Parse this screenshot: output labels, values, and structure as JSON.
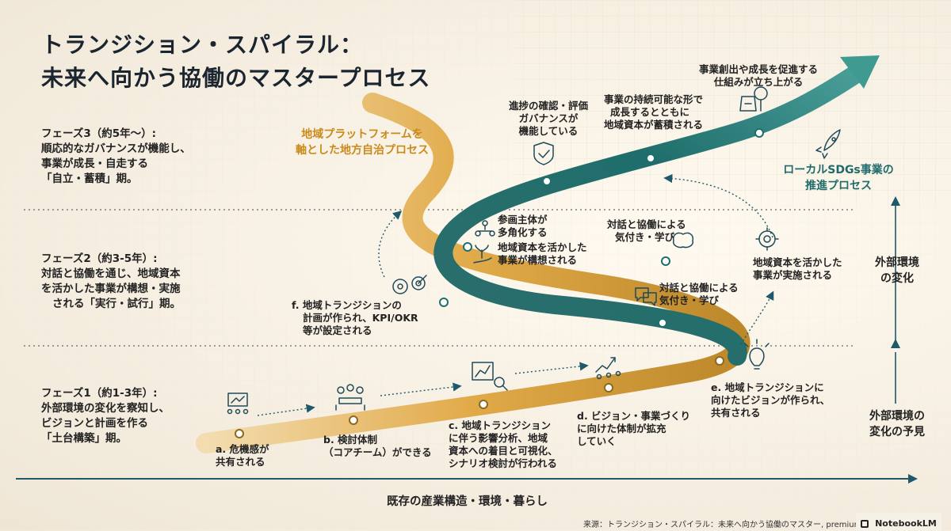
{
  "title": {
    "line1": "トランジション・スパイラル：",
    "line2": "未来へ向かう協働のマスタープロセス"
  },
  "phases": {
    "phase3": {
      "line1": "フェーズ3（約5年〜）:",
      "line2": "順応的なガバナンスが機能し、",
      "line3": "事業が成長・自走する",
      "line4": "「自立・蓄積」期。"
    },
    "phase2": {
      "line1": "フェーズ2（約3-5年）:",
      "line2": "対話と協働を通じ、地域資本",
      "line3": "を活かした事業が構想・実施",
      "line4": "される「実行・試行」期。"
    },
    "phase1": {
      "line1": "フェーズ1（約1-3年）:",
      "line2": "外部環境の変化を察知し、",
      "line3": "ビジョンと計画を作る",
      "line4": "「土台構築」期。"
    }
  },
  "ribbons": {
    "gold": {
      "line1": "地域プラットフォームを",
      "line2": "軸とした地方自治プロセス"
    },
    "teal": {
      "line1": "ローカルSDGs事業の",
      "line2": "推進プロセス"
    }
  },
  "steps": {
    "a": {
      "line1": "a. 危機感が",
      "line2": "共有される"
    },
    "b": {
      "line1": "b. 検討体制",
      "line2": "（コアチーム）ができる"
    },
    "c": {
      "line1": "c. 地域トランジション",
      "line2": "に伴う影響分析、地域",
      "line3": "資本への着目と可視化、",
      "line4": "シナリオ検討が行われる"
    },
    "d": {
      "line1": "d. ビジョン・事業づくり",
      "line2": "に向けた体制が拡充",
      "line3": "していく"
    },
    "e": {
      "line1": "e. 地域トランジションに",
      "line2": "向けたビジョンが作られ、",
      "line3": "共有される"
    },
    "f": {
      "line1": "f. 地域トランジションの",
      "line2": "計画が作られ、KPI/OKR",
      "line3": "等が設定される"
    }
  },
  "notes": {
    "dialogue_low": {
      "line1": "対話と協働による",
      "line2": "気付き・学び"
    },
    "capital_impl": {
      "line1": "地域資本を活かした",
      "line2": "事業が実施される"
    },
    "actors": {
      "line1": "参画主体が",
      "line2": "多角化する"
    },
    "capital_plan": {
      "line1": "地域資本を活かした",
      "line2": "事業が構想される"
    },
    "dialogue_high": {
      "line1": "対話と協働による",
      "line2": "気付き・学び"
    },
    "progress": {
      "line1": "進捗の確認・評価",
      "line2": "ガバナンスが",
      "line3": "機能している"
    },
    "sustain": {
      "line1": "事業の持続可能な形で",
      "line2": "成長するとともに",
      "line3": "地域資本が蓄積される"
    },
    "growth": {
      "line1": "事業創出や成長を促進する",
      "line2": "仕組みが立ち上がる"
    }
  },
  "side_labels": {
    "external_change": {
      "line1": "外部環境",
      "line2": "の変化"
    },
    "external_forecast": {
      "line1": "外部環境の",
      "line2": "変化の予見"
    }
  },
  "bottom_axis": "既存の産業構造・環境・暮らし",
  "source": "来源：トランジション・スパイラル：未来へ向かう協働のマスター, premium slid",
  "brand": "NotebookLM",
  "colors": {
    "gold": "#d9a23a",
    "teal": "#1f6e6c",
    "accent": "#1e6b6a"
  },
  "icons": [
    "presentation-icon",
    "team-meeting-icon",
    "analysis-chart-icon",
    "growth-chart-icon",
    "lightbulb-icon",
    "target-gear-icon",
    "network-icon",
    "plant-hand-icon",
    "brain-icon",
    "chat-icon",
    "gear-icon",
    "shield-check-icon",
    "money-tree-icon",
    "rocket-icon"
  ]
}
